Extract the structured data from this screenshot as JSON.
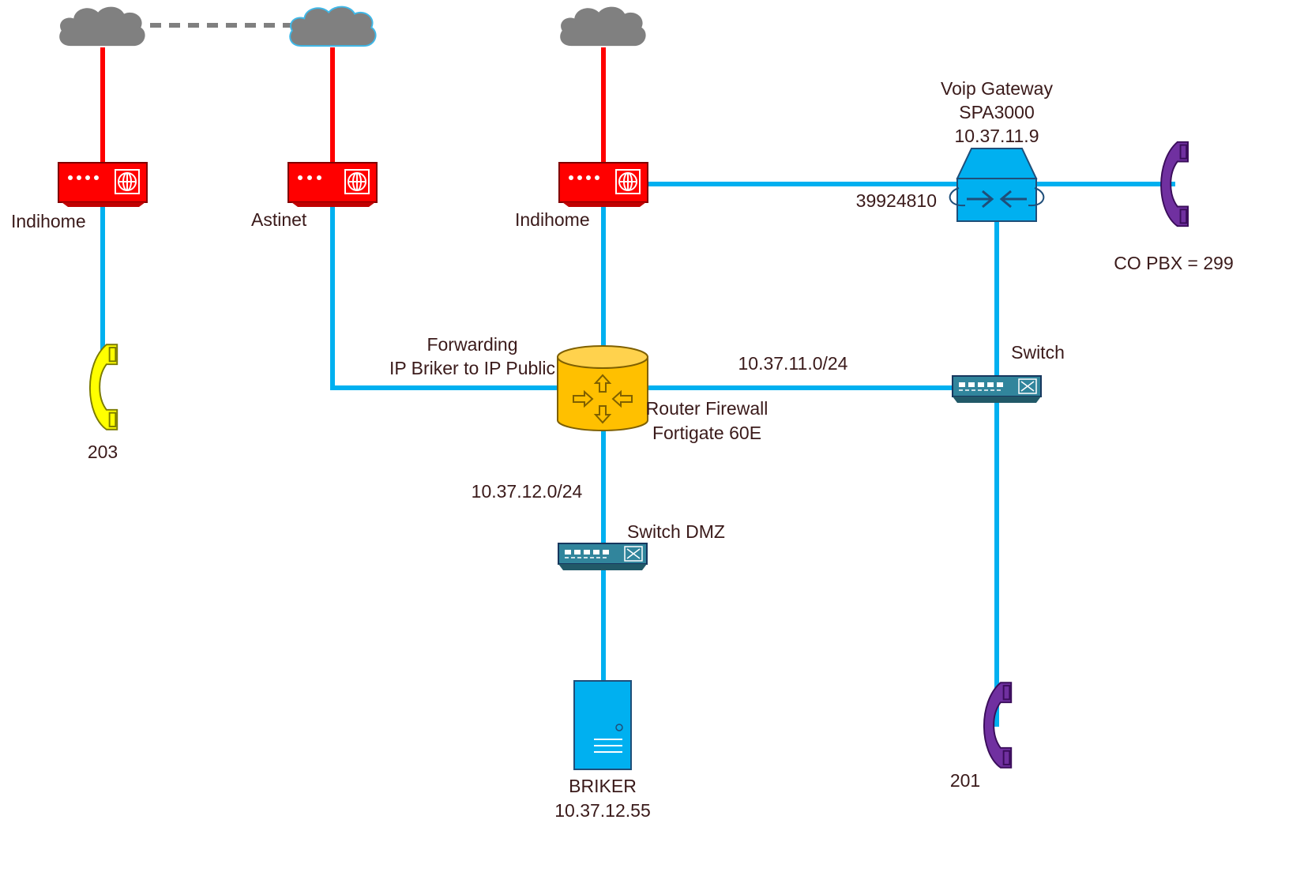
{
  "diagram": {
    "colors": {
      "cable_lan": "#00b0f0",
      "cable_wan": "#ff0000",
      "cloud": "#808080",
      "router_isp": "#ff0000",
      "router_firewall": "#ffc000",
      "phone_yellow": "#ffff00",
      "phone_purple": "#7030a0",
      "switch": "#31859c",
      "server": "#00b0f0",
      "voip_gateway": "#00b0f0"
    },
    "nodes": {
      "isp_indihome_left": {
        "label": "Indihome"
      },
      "isp_astinet": {
        "label": "Astinet"
      },
      "isp_indihome_mid": {
        "label": "Indihome"
      },
      "voip_gateway": {
        "line1": "Voip Gateway",
        "line2": "SPA3000",
        "line3": "10.37.11.9"
      },
      "phone_co_pbx": {
        "label": "CO PBX = 299"
      },
      "phone_203": {
        "label": "203"
      },
      "router_firewall": {
        "line1": "Router Firewall",
        "line2": "Fortigate 60E"
      },
      "switch_main": {
        "label": "Switch"
      },
      "switch_dmz": {
        "label": "Switch DMZ"
      },
      "server_briker": {
        "line1": "BRIKER",
        "line2": "10.37.12.55"
      },
      "phone_201": {
        "label": "201"
      }
    },
    "link_labels": {
      "forwarding_line1": "Forwarding",
      "forwarding_line2": "IP Briker to IP Public",
      "trunk_number": "39924810",
      "subnet_lan": "10.37.11.0/24",
      "subnet_dmz": "10.37.12.0/24"
    }
  }
}
